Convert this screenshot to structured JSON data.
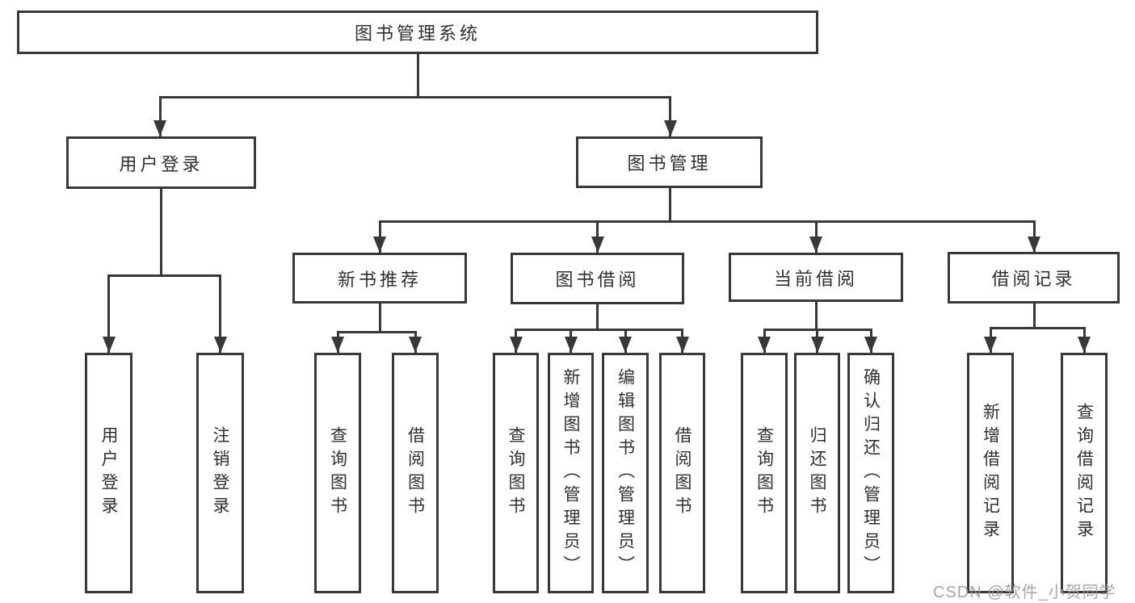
{
  "nodes": {
    "root": "图书管理系统",
    "l2": [
      "用户登录",
      "图书管理"
    ],
    "l3": [
      "新书推荐",
      "图书借阅",
      "当前借阅",
      "借阅记录"
    ],
    "l4": [
      "用户登录",
      "注销登录",
      "查询图书",
      "借阅图书",
      "查询图书",
      "新增图书（管理员）",
      "编辑图书（管理员）",
      "借阅图书",
      "查询图书",
      "归还图书",
      "确认归还（管理员）",
      "新增借阅记录",
      "查询借阅记录"
    ]
  },
  "hierarchy": {
    "图书管理系统": [
      "用户登录",
      "图书管理"
    ],
    "用户登录": [
      "用户登录",
      "注销登录"
    ],
    "图书管理": [
      "新书推荐",
      "图书借阅",
      "当前借阅",
      "借阅记录"
    ],
    "新书推荐": [
      "查询图书",
      "借阅图书"
    ],
    "图书借阅": [
      "查询图书",
      "新增图书（管理员）",
      "编辑图书（管理员）",
      "借阅图书"
    ],
    "当前借阅": [
      "查询图书",
      "归还图书",
      "确认归还（管理员）"
    ],
    "借阅记录": [
      "新增借阅记录",
      "查询借阅记录"
    ]
  },
  "watermark": "CSDN @软件_小贺同学",
  "colors": {
    "line": "#383838",
    "text": "#2f2f2f",
    "watermark": "#9e9ea6",
    "background": "#ffffff"
  }
}
